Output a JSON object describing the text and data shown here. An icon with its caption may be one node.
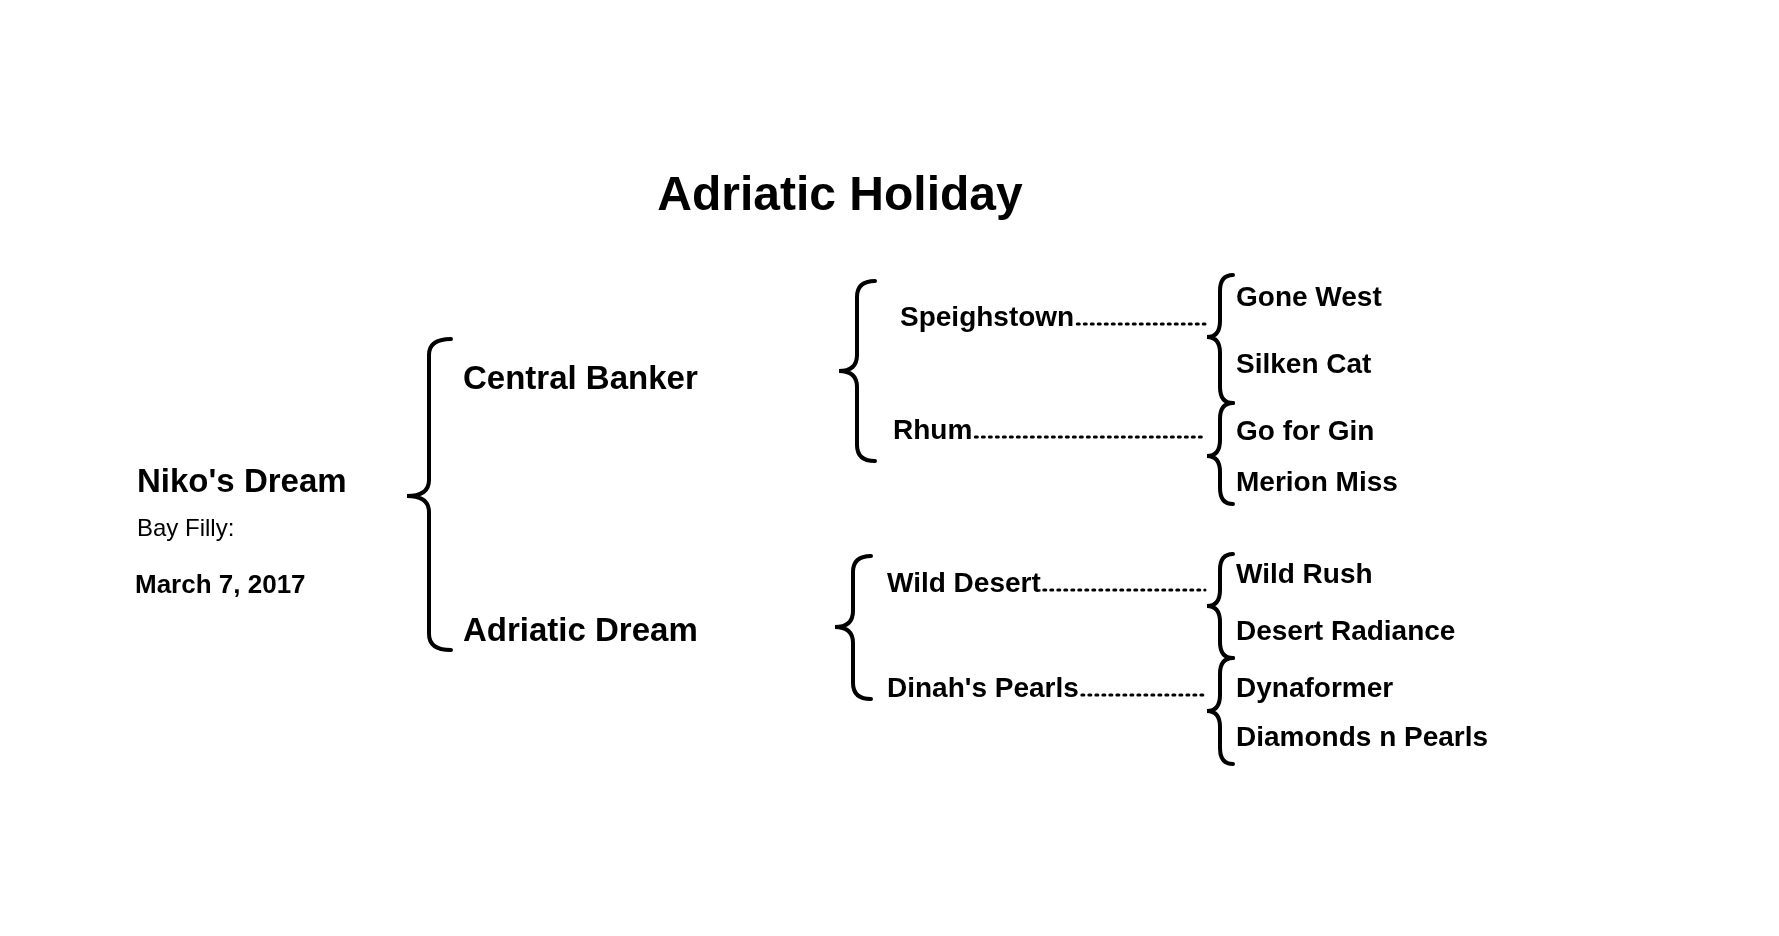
{
  "diagram": {
    "title": "Adriatic Holiday",
    "nodes": [
      {
        "text": [
          "Speighstown"
        ]
      },
      {
        "text": [
          "Rhum"
        ]
      },
      {
        "text": [
          "Wild Desert"
        ]
      },
      {
        "text": [
          "Dinah's Pearls"
        ]
      },
      {
        "text": [],
        "shape": "bracket"
      },
      {
        "text": [],
        "shape": "bracket"
      },
      {
        "text": [],
        "shape": "bracket"
      },
      {
        "text": [],
        "shape": "bracket"
      }
    ],
    "edges": [
      {
        "from": 0,
        "to": 4,
        "arrow": "none",
        "style": "dashed"
      },
      {
        "from": 1,
        "to": 5,
        "arrow": "none",
        "style": "dashed"
      },
      {
        "from": 2,
        "to": 6,
        "arrow": "none",
        "style": "dashed"
      },
      {
        "from": 3,
        "to": 7,
        "arrow": "none",
        "style": "dashed"
      }
    ],
    "labels": [
      "Niko's Dream",
      "Bay Filly:",
      "March 7, 2017",
      "Central Banker",
      "Adriatic Dream",
      "Gone West",
      "Silken Cat",
      "Go for Gin",
      "Merion Miss",
      "Wild Rush",
      "Desert Radiance",
      "Dynaformer",
      "Diamonds n Pearls"
    ]
  }
}
